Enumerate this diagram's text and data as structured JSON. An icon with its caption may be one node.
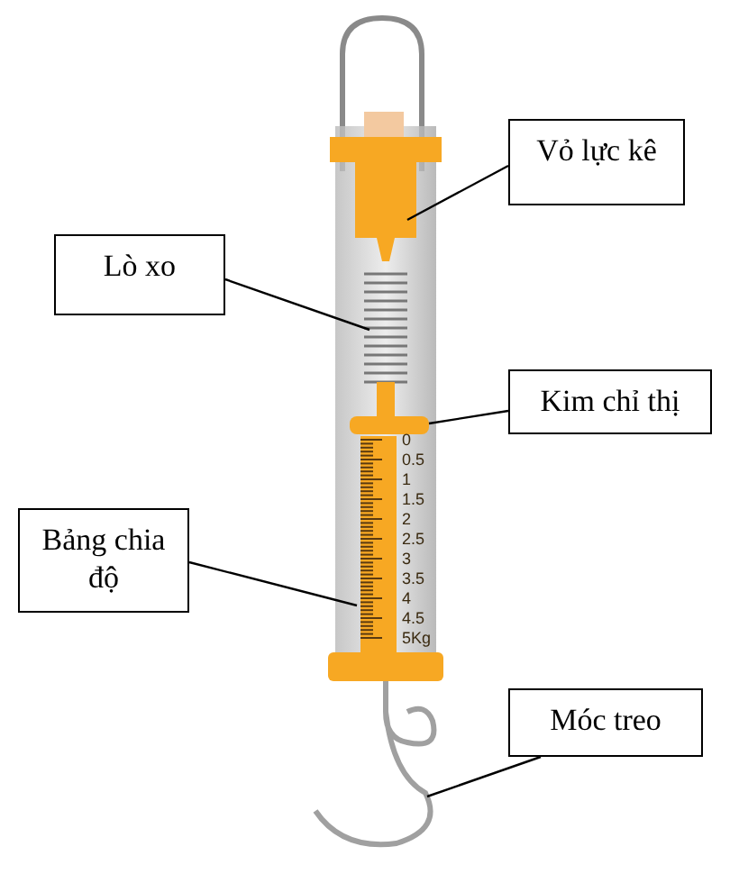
{
  "diagram": {
    "nodes": [
      {
        "text": [
          "Vỏ lực kê"
        ]
      },
      {
        "text": [
          "Lò xo"
        ]
      },
      {
        "text": [
          "Kim chỉ thị"
        ]
      },
      {
        "text": [
          "Bảng chia độ"
        ]
      },
      {
        "text": [
          "Móc treo"
        ]
      }
    ],
    "edges": [
      {
        "from": 0,
        "to": null,
        "arrow": "none"
      },
      {
        "from": 1,
        "to": null,
        "arrow": "none"
      },
      {
        "from": 2,
        "to": null,
        "arrow": "none"
      },
      {
        "from": 3,
        "to": null,
        "arrow": "none"
      },
      {
        "from": 4,
        "to": null,
        "arrow": "none"
      }
    ],
    "labels": [
      "0",
      "0.5",
      "1",
      "1.5",
      "2",
      "2.5",
      "3",
      "3.5",
      "4",
      "4.5",
      "5Kg"
    ]
  }
}
